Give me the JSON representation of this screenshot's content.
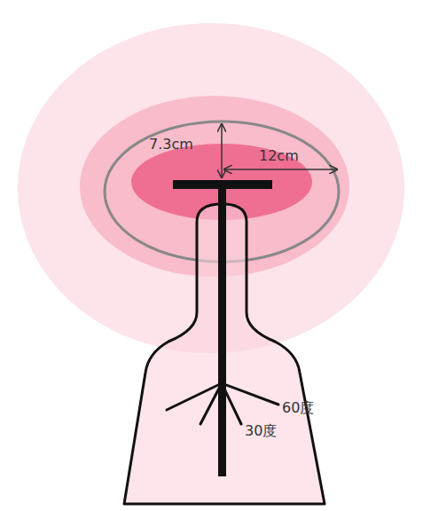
{
  "diagram": {
    "labels": [
      "7.3cm",
      "12cm",
      "60度",
      "30度"
    ]
  }
}
